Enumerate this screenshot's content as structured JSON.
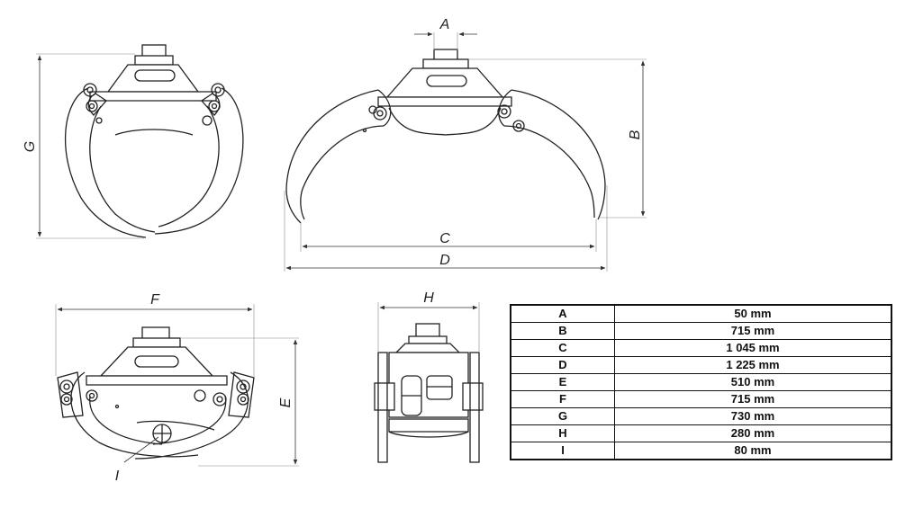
{
  "dimension_labels": [
    "A",
    "B",
    "C",
    "D",
    "E",
    "F",
    "G",
    "H",
    "I"
  ],
  "specs": [
    {
      "key": "A",
      "value": "50 mm"
    },
    {
      "key": "B",
      "value": "715 mm"
    },
    {
      "key": "C",
      "value": "1 045 mm"
    },
    {
      "key": "D",
      "value": "1 225 mm"
    },
    {
      "key": "E",
      "value": "510 mm"
    },
    {
      "key": "F",
      "value": "715 mm"
    },
    {
      "key": "G",
      "value": "730 mm"
    },
    {
      "key": "H",
      "value": "280 mm"
    },
    {
      "key": "I",
      "value": "80 mm"
    }
  ]
}
